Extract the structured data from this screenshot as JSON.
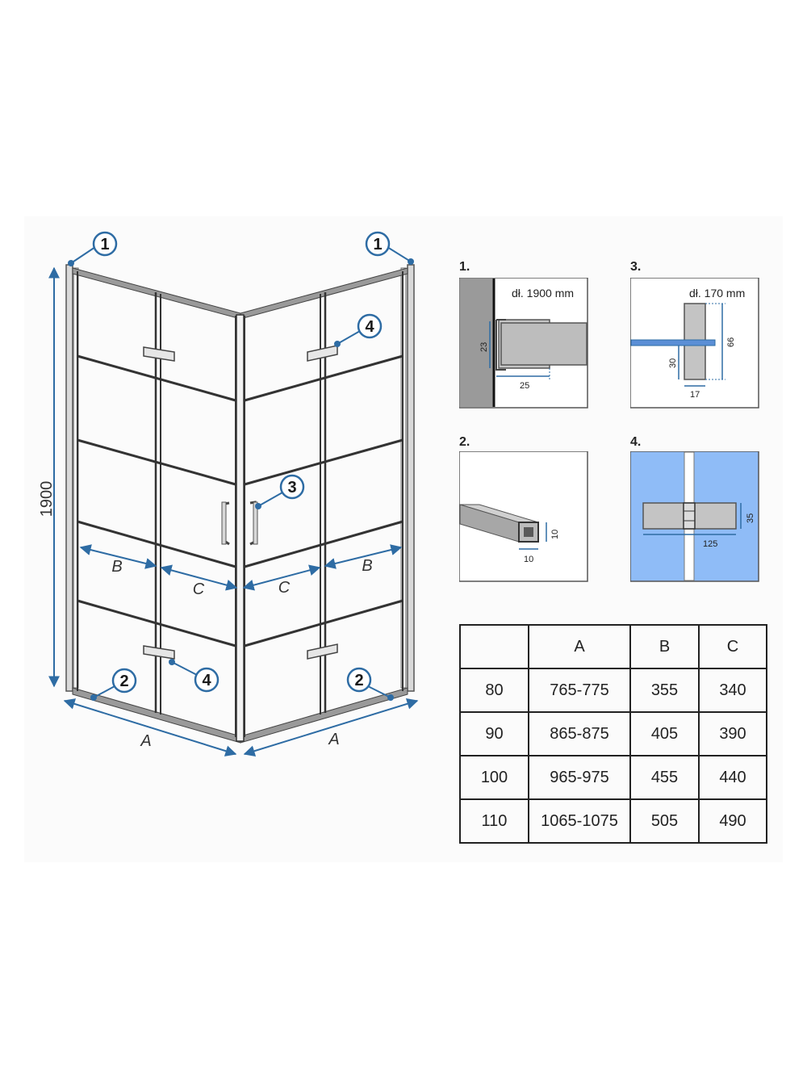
{
  "height_label": "1900",
  "dim_labels": {
    "a_left": "A",
    "a_right": "A",
    "b_left": "B",
    "b_right": "B",
    "c_left": "C",
    "c_right": "C"
  },
  "callouts": [
    "1",
    "1",
    "2",
    "2",
    "3",
    "4",
    "4"
  ],
  "details": [
    {
      "num": "1.",
      "length_text": "dł. 1900 mm",
      "dims": [
        "23",
        "25"
      ]
    },
    {
      "num": "2.",
      "dims": [
        "10",
        "10"
      ]
    },
    {
      "num": "3.",
      "length_text": "dł. 170 mm",
      "dims": [
        "66",
        "30",
        "17"
      ]
    },
    {
      "num": "4.",
      "dims": [
        "35",
        "125"
      ]
    }
  ],
  "table": {
    "headers": [
      "",
      "A",
      "B",
      "C"
    ],
    "rows": [
      [
        "80",
        "765-775",
        "355",
        "340"
      ],
      [
        "90",
        "865-875",
        "405",
        "390"
      ],
      [
        "100",
        "965-975",
        "455",
        "440"
      ],
      [
        "110",
        "1065-1075",
        "505",
        "490"
      ]
    ]
  },
  "colors": {
    "accent": "#2e6ca4",
    "detail4_bg": "#8fbcf7",
    "glass_line": "#2b2b2b",
    "frame_gray": "#a9a9a9"
  }
}
